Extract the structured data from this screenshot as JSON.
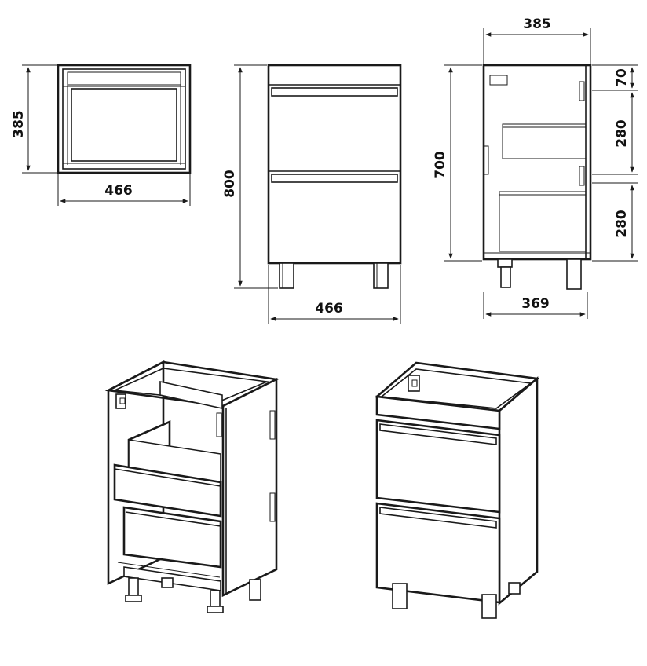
{
  "colors": {
    "line": "#1a1a1a",
    "background": "#ffffff"
  },
  "dimensions": {
    "top_view_depth": "385",
    "top_view_width": "466",
    "front_view_height": "800",
    "front_view_width": "466",
    "side_view_depth": "385",
    "side_view_body_height": "700",
    "side_view_top_gap": "70",
    "side_view_upper_drawer": "280",
    "side_view_lower_drawer": "280",
    "side_view_inner_depth": "369"
  }
}
